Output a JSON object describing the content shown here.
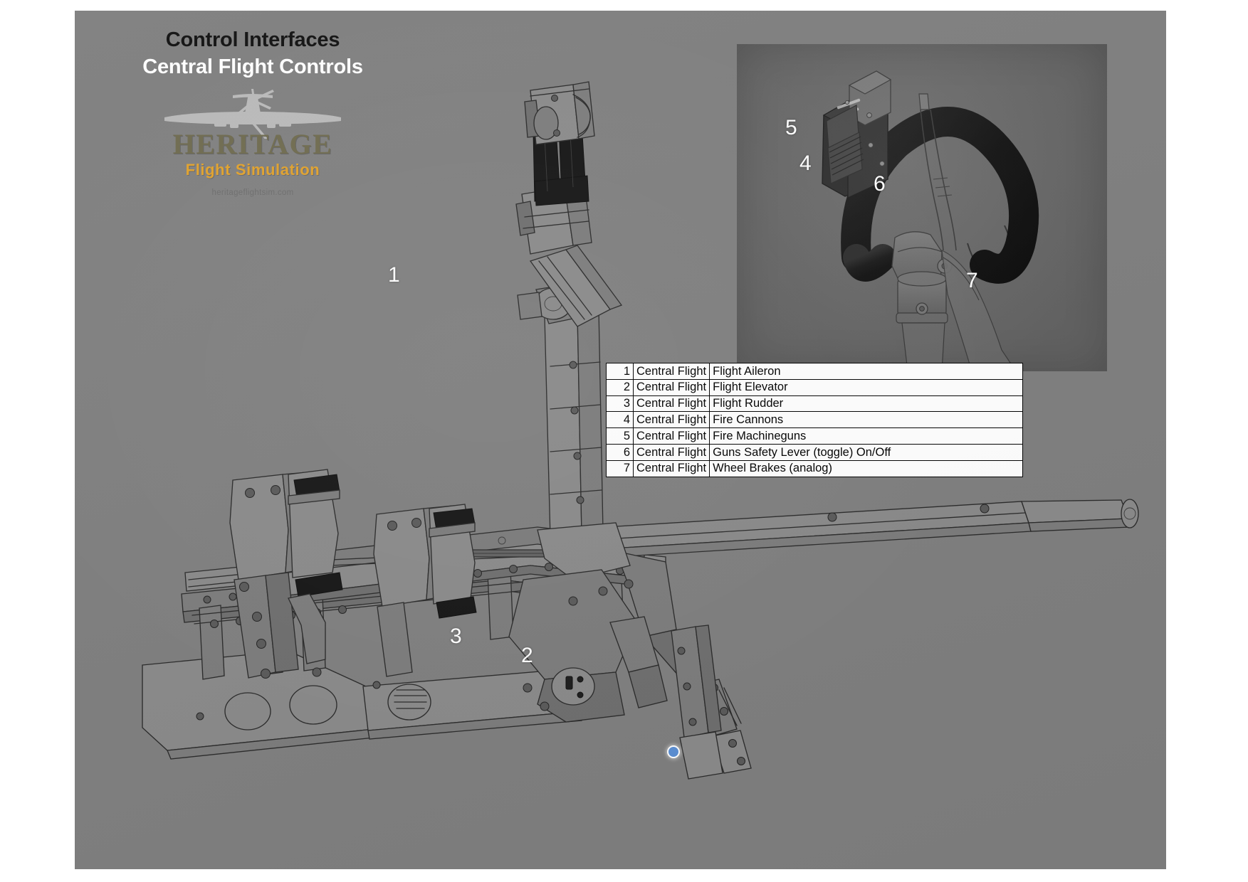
{
  "slide": {
    "background_color": "#7f7f7f",
    "title_main": "Control Interfaces",
    "title_sub": "Central Flight Controls"
  },
  "logo": {
    "icon": "aircraft-silhouette-icon",
    "brand_top": "HERITAGE",
    "brand_bottom": "Flight Simulation",
    "url": "heritageflightsim.com",
    "color_brand_top": "#6e6a4e",
    "color_brand_bottom": "#e0a12c",
    "color_url": "#6c6c6c"
  },
  "main_drawing": {
    "name": "central-flight-controls-cad-assembly",
    "callouts": [
      {
        "number": "1",
        "target": "control-column-stick"
      },
      {
        "number": "2",
        "target": "elevator-mechanism"
      },
      {
        "number": "3",
        "target": "rudder-pedal-assembly"
      }
    ]
  },
  "inset_render": {
    "name": "spade-grip-detail-render",
    "background_color": "#6b6b6b",
    "callouts": [
      {
        "number": "5",
        "target": "machinegun-trigger"
      },
      {
        "number": "4",
        "target": "cannon-trigger"
      },
      {
        "number": "6",
        "target": "guns-safety-lever"
      },
      {
        "number": "7",
        "target": "wheel-brake-lever"
      }
    ]
  },
  "reference_table": {
    "name": "control-functions-table",
    "rows": [
      {
        "num": "1",
        "system": "Central Flight",
        "function": "Flight Aileron"
      },
      {
        "num": "2",
        "system": "Central Flight",
        "function": "Flight Elevator"
      },
      {
        "num": "3",
        "system": "Central Flight",
        "function": "Flight Rudder"
      },
      {
        "num": "4",
        "system": "Central Flight",
        "function": "Fire Cannons"
      },
      {
        "num": "5",
        "system": "Central Flight",
        "function": "Fire Machineguns"
      },
      {
        "num": "6",
        "system": "Central Flight",
        "function": "Guns Safety Lever (toggle) On/Off"
      },
      {
        "num": "7",
        "system": "Central Flight",
        "function": "Wheel Brakes (analog)"
      }
    ]
  },
  "marker": {
    "name": "blue-dot-marker",
    "color": "#5b8fd4"
  }
}
